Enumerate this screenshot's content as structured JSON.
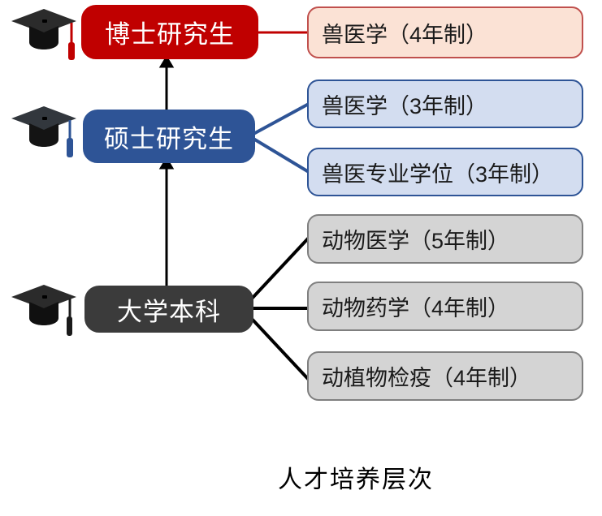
{
  "diagram": {
    "caption": "人才培养层次",
    "levels": [
      {
        "id": "doctor",
        "label": "博士研究生",
        "icon": "graduation-cap-icon",
        "tassel_color": "#C00000",
        "fill": "#C00000",
        "text_color": "#FFFFFF"
      },
      {
        "id": "master",
        "label": "硕士研究生",
        "icon": "graduation-cap-icon",
        "tassel_color": "#2E5496",
        "fill": "#2E5496",
        "text_color": "#FFFFFF"
      },
      {
        "id": "bachelor",
        "label": "大学本科",
        "icon": "graduation-cap-icon",
        "tassel_color": "#1A1A1A",
        "fill": "#3B3B3B",
        "text_color": "#FFFFFF"
      }
    ],
    "programs": [
      {
        "id": "doctor-vet-4",
        "level": "doctor",
        "label": "兽医学（4年制）",
        "fill": "#FBE2D5",
        "border": "#C0504D"
      },
      {
        "id": "master-vet-3",
        "level": "master",
        "label": "兽医学（3年制）",
        "fill": "#D3DDF0",
        "border": "#2E5496"
      },
      {
        "id": "master-vet-pro-3",
        "level": "master",
        "label": "兽医专业学位（3年制）",
        "fill": "#D3DDF0",
        "border": "#2E5496"
      },
      {
        "id": "bachelor-animal-med-5",
        "level": "bachelor",
        "label": "动物医学（5年制）",
        "fill": "#D4D4D4",
        "border": "#7F7F7F"
      },
      {
        "id": "bachelor-animal-pharm-4",
        "level": "bachelor",
        "label": "动物药学（4年制）",
        "fill": "#D4D4D4",
        "border": "#7F7F7F"
      },
      {
        "id": "bachelor-quarantine-4",
        "level": "bachelor",
        "label": "动植物检疫（4年制）",
        "fill": "#D4D4D4",
        "border": "#7F7F7F"
      }
    ],
    "progression_arrows": [
      {
        "id": "bachelor-to-master",
        "from": "bachelor",
        "to": "master",
        "color": "#000000"
      },
      {
        "id": "master-to-doctor",
        "from": "master",
        "to": "doctor",
        "color": "#000000"
      }
    ],
    "connector_colors": {
      "doctor": "#C00000",
      "master": "#2E5496",
      "bachelor": "#000000"
    }
  }
}
